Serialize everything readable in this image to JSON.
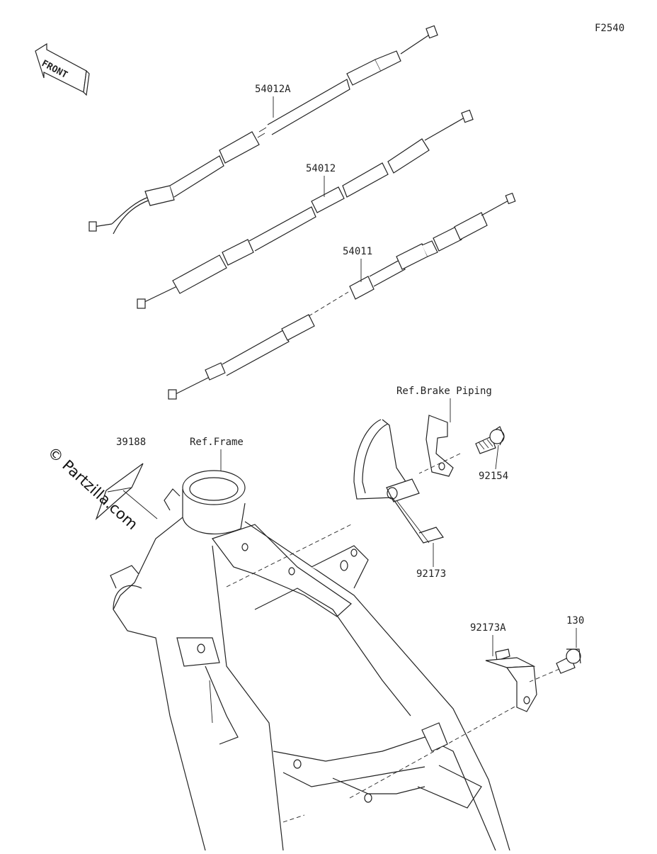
{
  "diagram": {
    "code": "F2540",
    "front_label": "FRONT",
    "watermark": "© Partzilla.com",
    "parts": {
      "cable_a": "54012A",
      "cable_b": "54012",
      "cable_c": "54011",
      "grommet": "39188",
      "ref_frame": "Ref.Frame",
      "ref_brake": "Ref.Brake Piping",
      "bolt_upper": "92154",
      "clamp_upper": "92173",
      "clamp_lower": "92173A",
      "bolt_lower": "130"
    }
  }
}
